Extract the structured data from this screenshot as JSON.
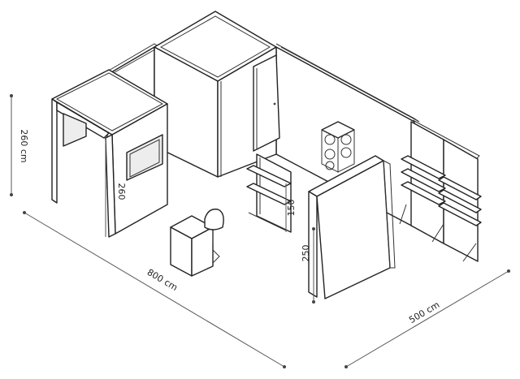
{
  "dimensions": {
    "wall_height_label": "260 cm",
    "column_height_label": "260",
    "counter_height_label": "150",
    "partition_height_label": "250",
    "length_label": "800 cm",
    "width_label": "500 cm"
  },
  "colors": {
    "line": "#222222",
    "dimension": "#555555",
    "background": "#ffffff"
  }
}
